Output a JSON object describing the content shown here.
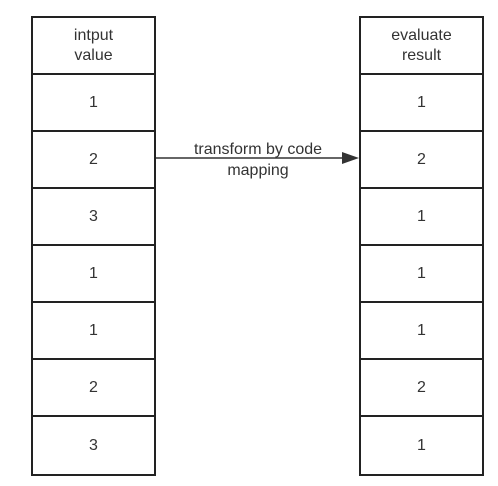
{
  "left_column": {
    "header": "intput\nvalue",
    "values": [
      "1",
      "2",
      "3",
      "1",
      "1",
      "2",
      "3"
    ]
  },
  "right_column": {
    "header": "evaluate\nresult",
    "values": [
      "1",
      "2",
      "1",
      "1",
      "1",
      "2",
      "1"
    ]
  },
  "arrow": {
    "label_line1": "transform by code",
    "label_line2": "mapping",
    "color": "#333333"
  }
}
